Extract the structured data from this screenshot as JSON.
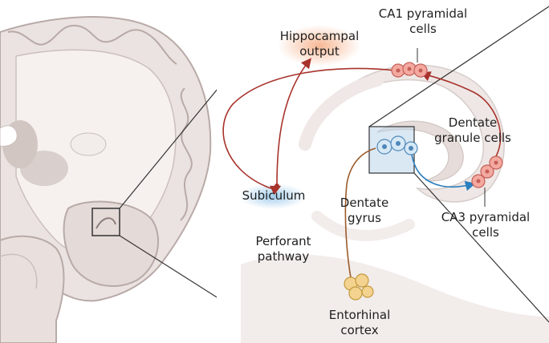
{
  "labels": {
    "ca1_line1": "CA1 pyramidal",
    "ca1_line2": "cells",
    "hippo_line1": "Hippocampal",
    "hippo_line2": "output",
    "dentate_gc_line1": "Dentate",
    "dentate_gc_line2": "granule cells",
    "subiculum": "Subiculum",
    "dentate_gyrus_line1": "Dentate",
    "dentate_gyrus_line2": "gyrus",
    "ca3_line1": "CA3 pyramidal",
    "ca3_line2": "cells",
    "perforant_line1": "Perforant",
    "perforant_line2": "pathway",
    "entorhinal_line1": "Entorhinal",
    "entorhinal_line2": "cortex"
  },
  "colors": {
    "pathway_red": "#a8322b",
    "pathway_brown": "#9a5a2a",
    "mossy_blue": "#2a7fc0",
    "cell_pink": "#f4a9a0",
    "cell_blue": "#b9d8ef",
    "cell_yellow": "#f3d38f",
    "brain_tissue": "#e9e2df",
    "gray_matter": "#c9bdba"
  },
  "icons": [
    "brain-coronal-section",
    "hippocampus-formation",
    "pyramidal-cell",
    "granule-cell"
  ]
}
